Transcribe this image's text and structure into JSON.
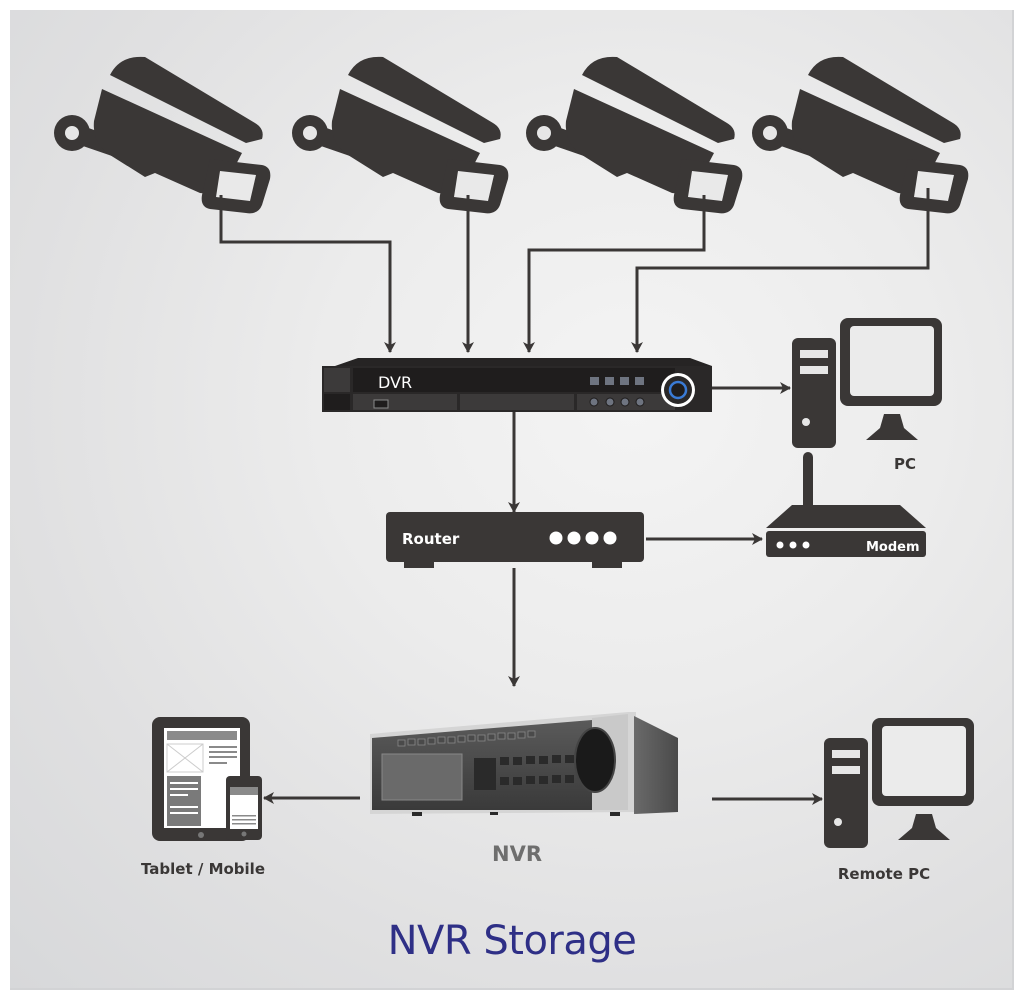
{
  "diagram": {
    "title": "NVR Storage",
    "colors": {
      "icon": "#3a3736",
      "line": "#3a3736",
      "title": "#2e2f86",
      "dvr_accent": "#3a7bd5",
      "nvr_text": "#6e6e6e"
    },
    "nodes": {
      "cameras": [
        {
          "icon": "cctv-camera-icon"
        },
        {
          "icon": "cctv-camera-icon"
        },
        {
          "icon": "cctv-camera-icon"
        },
        {
          "icon": "cctv-camera-icon"
        }
      ],
      "dvr": {
        "label": "DVR",
        "icon": "dvr-icon"
      },
      "pc": {
        "label": "PC",
        "icon": "desktop-pc-icon"
      },
      "router": {
        "label": "Router",
        "icon": "router-icon"
      },
      "modem": {
        "label": "Modem",
        "icon": "modem-icon"
      },
      "nvr": {
        "label": "NVR",
        "icon": "nvr-device-icon"
      },
      "tablet_mobile": {
        "label": "Tablet / Mobile",
        "icon": "tablet-mobile-icon"
      },
      "remote_pc": {
        "label": "Remote PC",
        "icon": "desktop-pc-icon"
      }
    },
    "connections": [
      {
        "from": "camera-1",
        "to": "DVR"
      },
      {
        "from": "camera-2",
        "to": "DVR"
      },
      {
        "from": "camera-3",
        "to": "DVR"
      },
      {
        "from": "camera-4",
        "to": "DVR"
      },
      {
        "from": "DVR",
        "to": "PC"
      },
      {
        "from": "DVR",
        "to": "Router"
      },
      {
        "from": "Router",
        "to": "Modem"
      },
      {
        "from": "Router",
        "to": "NVR"
      },
      {
        "from": "NVR",
        "to": "Tablet / Mobile"
      },
      {
        "from": "NVR",
        "to": "Remote PC"
      }
    ]
  }
}
